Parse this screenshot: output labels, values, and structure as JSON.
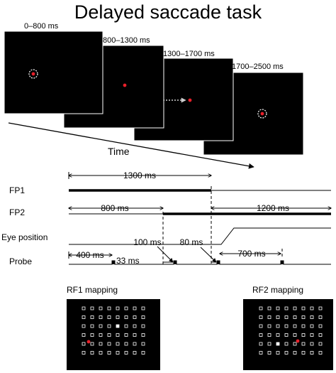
{
  "title": "Delayed saccade task",
  "frames": [
    {
      "label": "0–800 ms"
    },
    {
      "label": "800–1300 ms"
    },
    {
      "label": "1300–1700 ms"
    },
    {
      "label": "1700–2500 ms"
    }
  ],
  "time_label": "Time",
  "timeline": {
    "rows": {
      "fp1": "FP1",
      "fp2": "FP2",
      "eye": "Eye position",
      "probe": "Probe"
    },
    "durations": {
      "fp1_on": "1300 ms",
      "fp2_delay": "800 ms",
      "fp2_on": "1200 ms",
      "probe_start": "400 ms",
      "probe_width": "33 ms",
      "probe_after_fp2": "100 ms",
      "probe_after_fp1": "80 ms",
      "probe_gap": "700 ms"
    }
  },
  "mapping": {
    "rf1": "RF1 mapping",
    "rf2": "RF2 mapping"
  },
  "colors": {
    "screen": "#000000",
    "target": "#e8202a",
    "fixation_ring": "#ffffff",
    "grid": "#ffffff",
    "line": "#000000"
  }
}
